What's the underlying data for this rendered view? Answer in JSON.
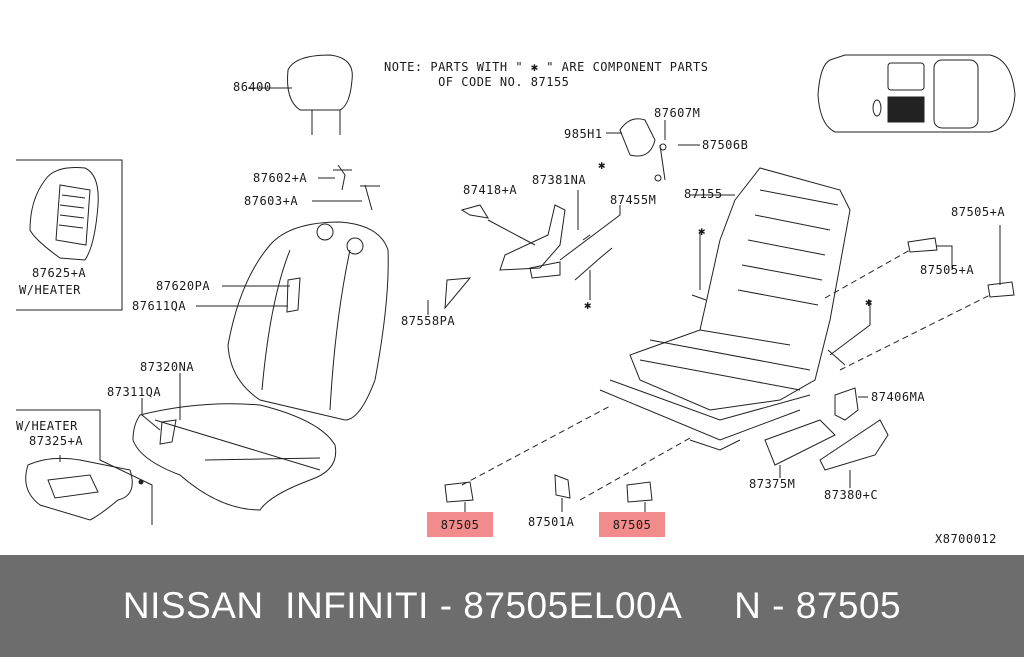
{
  "note": {
    "line1": "NOTE: PARTS WITH \" ✱ \" ARE COMPONENT PARTS",
    "line2": "OF CODE NO. 87155"
  },
  "labels": {
    "l86400": "86400",
    "l87602": "87602+A",
    "l87603": "87603+A",
    "l87625": "87625+A",
    "l87625_note": "W/HEATER",
    "l87620": "87620PA",
    "l87611": "87611QA",
    "l87320": "87320NA",
    "l87311": "87311QA",
    "l87325_note": "W/HEATER",
    "l87325": "87325+A",
    "l985h1": "985H1",
    "l87607": "87607M",
    "l87506": "87506B",
    "l87418": "87418+A",
    "l87381": "87381NA",
    "l87455": "87455M",
    "l87155": "87155",
    "l87558": "87558PA",
    "l87505a1": "87505+A",
    "l87505a2": "87505+A",
    "l87406": "87406MA",
    "l87375": "87375M",
    "l87380": "87380+C",
    "l87501": "87501A",
    "star": "✱",
    "diagram_code": "X8700012"
  },
  "highlighted": [
    "87505",
    "87505"
  ],
  "highlight_color": "#f28b8b",
  "banner": {
    "text": "NISSAN  INFINITI - 87505EL00A     N - 87505"
  }
}
